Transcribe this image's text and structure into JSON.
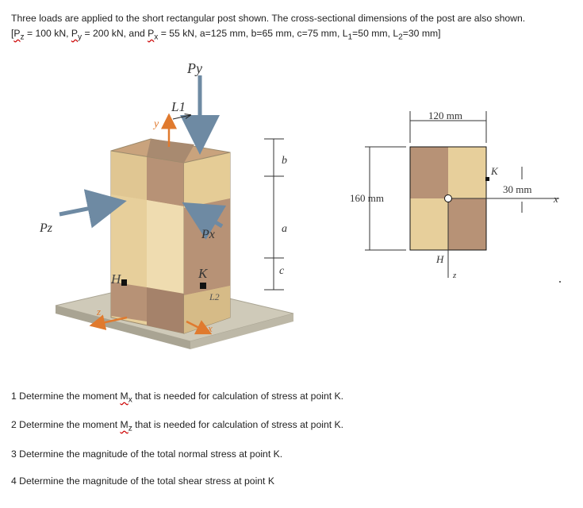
{
  "problem": {
    "intro": "Three loads are applied to the short rectangular post shown. The cross-sectional dimensions of the post are also shown.",
    "given": {
      "Pz": "100 kN",
      "Py": "200 kN",
      "Px": "55 kN",
      "a": "125 mm",
      "b": "65 mm",
      "c": "75 mm",
      "L1": "50 mm",
      "L2": "30 mm"
    }
  },
  "figure_labels": {
    "py": "Py",
    "px": "Px",
    "pz": "Pz",
    "l1": "L1",
    "l2": "L2",
    "b": "b",
    "a": "a",
    "c": "c",
    "h": "H",
    "k": "K",
    "x": "x",
    "y": "y",
    "z": "z",
    "dim_120": "120 mm",
    "dim_160": "160 mm",
    "dim_30": "30 mm",
    "sec_k": "K",
    "sec_h": "H",
    "sec_x": "x",
    "sec_z": "z"
  },
  "questions": [
    {
      "num": "1",
      "pre": "Determine the moment ",
      "sym": "M",
      "sub": "x",
      "post": " that is needed for calculation of stress at point K."
    },
    {
      "num": "2",
      "pre": "Determine the moment ",
      "sym": "M",
      "sub": "z",
      "post": " that is needed for calculation of stress at point K."
    },
    {
      "num": "3",
      "text": "Determine the magnitude of the total normal stress at point K."
    },
    {
      "num": "4",
      "text": "Determine the magnitude of the total shear stress at point K"
    }
  ],
  "colors": {
    "tan_light": "#e7cf9b",
    "tan_dark": "#b79276",
    "base": "#c9c4b4",
    "arrow": "#6e8aa3",
    "axis": "#e07a2e"
  }
}
